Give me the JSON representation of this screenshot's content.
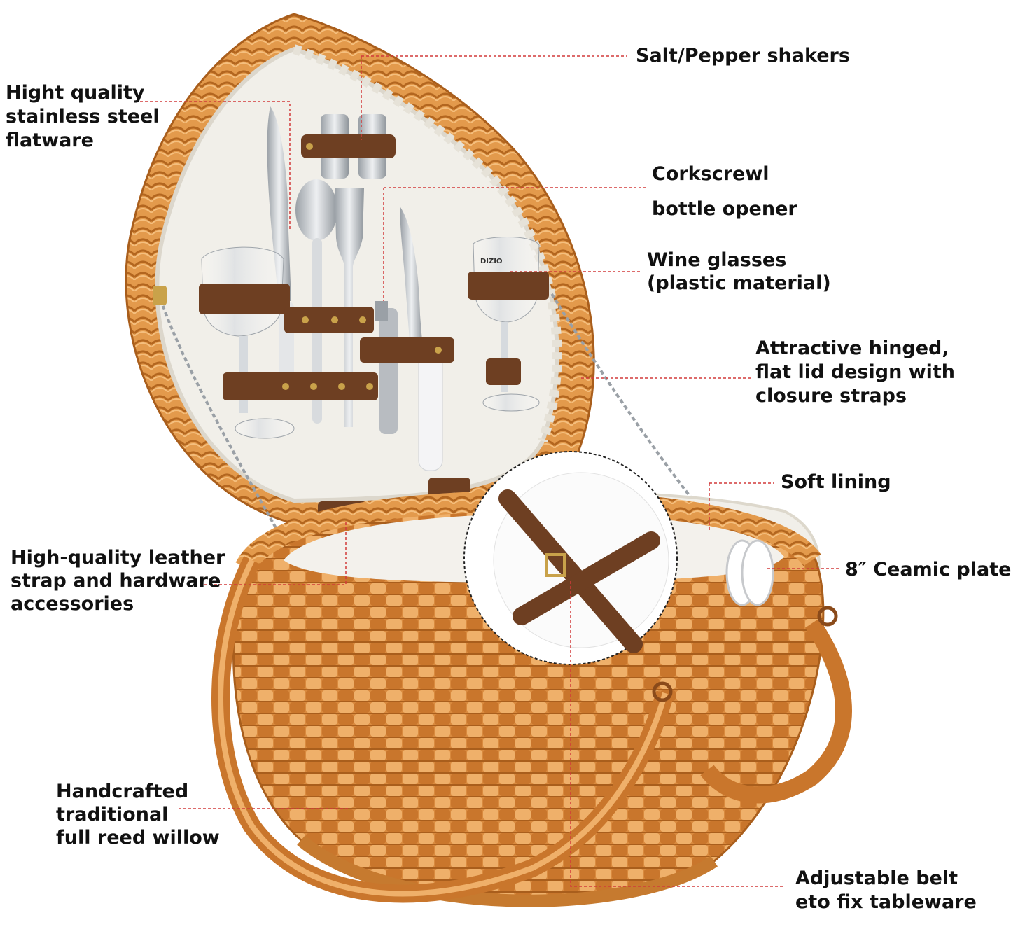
{
  "callouts": {
    "salt_pepper": "Salt/Pepper shakers",
    "flatware": [
      "Hight quality",
      "stainless steel",
      "flatware"
    ],
    "corkscrew": [
      "Corkscrewl",
      "bottle opener"
    ],
    "wine_glasses": [
      "Wine glasses",
      "(plastic material)"
    ],
    "lid": [
      "Attractive hinged,",
      "flat lid design with",
      "closure straps"
    ],
    "lining": "Soft lining",
    "plates": "8″ Ceamic plates",
    "leather": [
      "High-quality leather",
      "strap and hardware",
      "accessories"
    ],
    "willow": [
      "Handcrafted",
      "traditional",
      "full reed willow"
    ],
    "belt": [
      "Adjustable belt",
      "eto fix tableware"
    ]
  },
  "glass_print": "DIZIO",
  "colors": {
    "wicker": "#d98a3e",
    "wicker_dark": "#b3661f",
    "wicker_light": "#efb06a",
    "lining": "#f1efe9",
    "leather": "#6e3f22",
    "leather_stitch": "#c9a37a",
    "rivet": "#c9a24a",
    "steel": "#c9ccd0",
    "leader_line": "#d23a3a",
    "text": "#111111"
  }
}
